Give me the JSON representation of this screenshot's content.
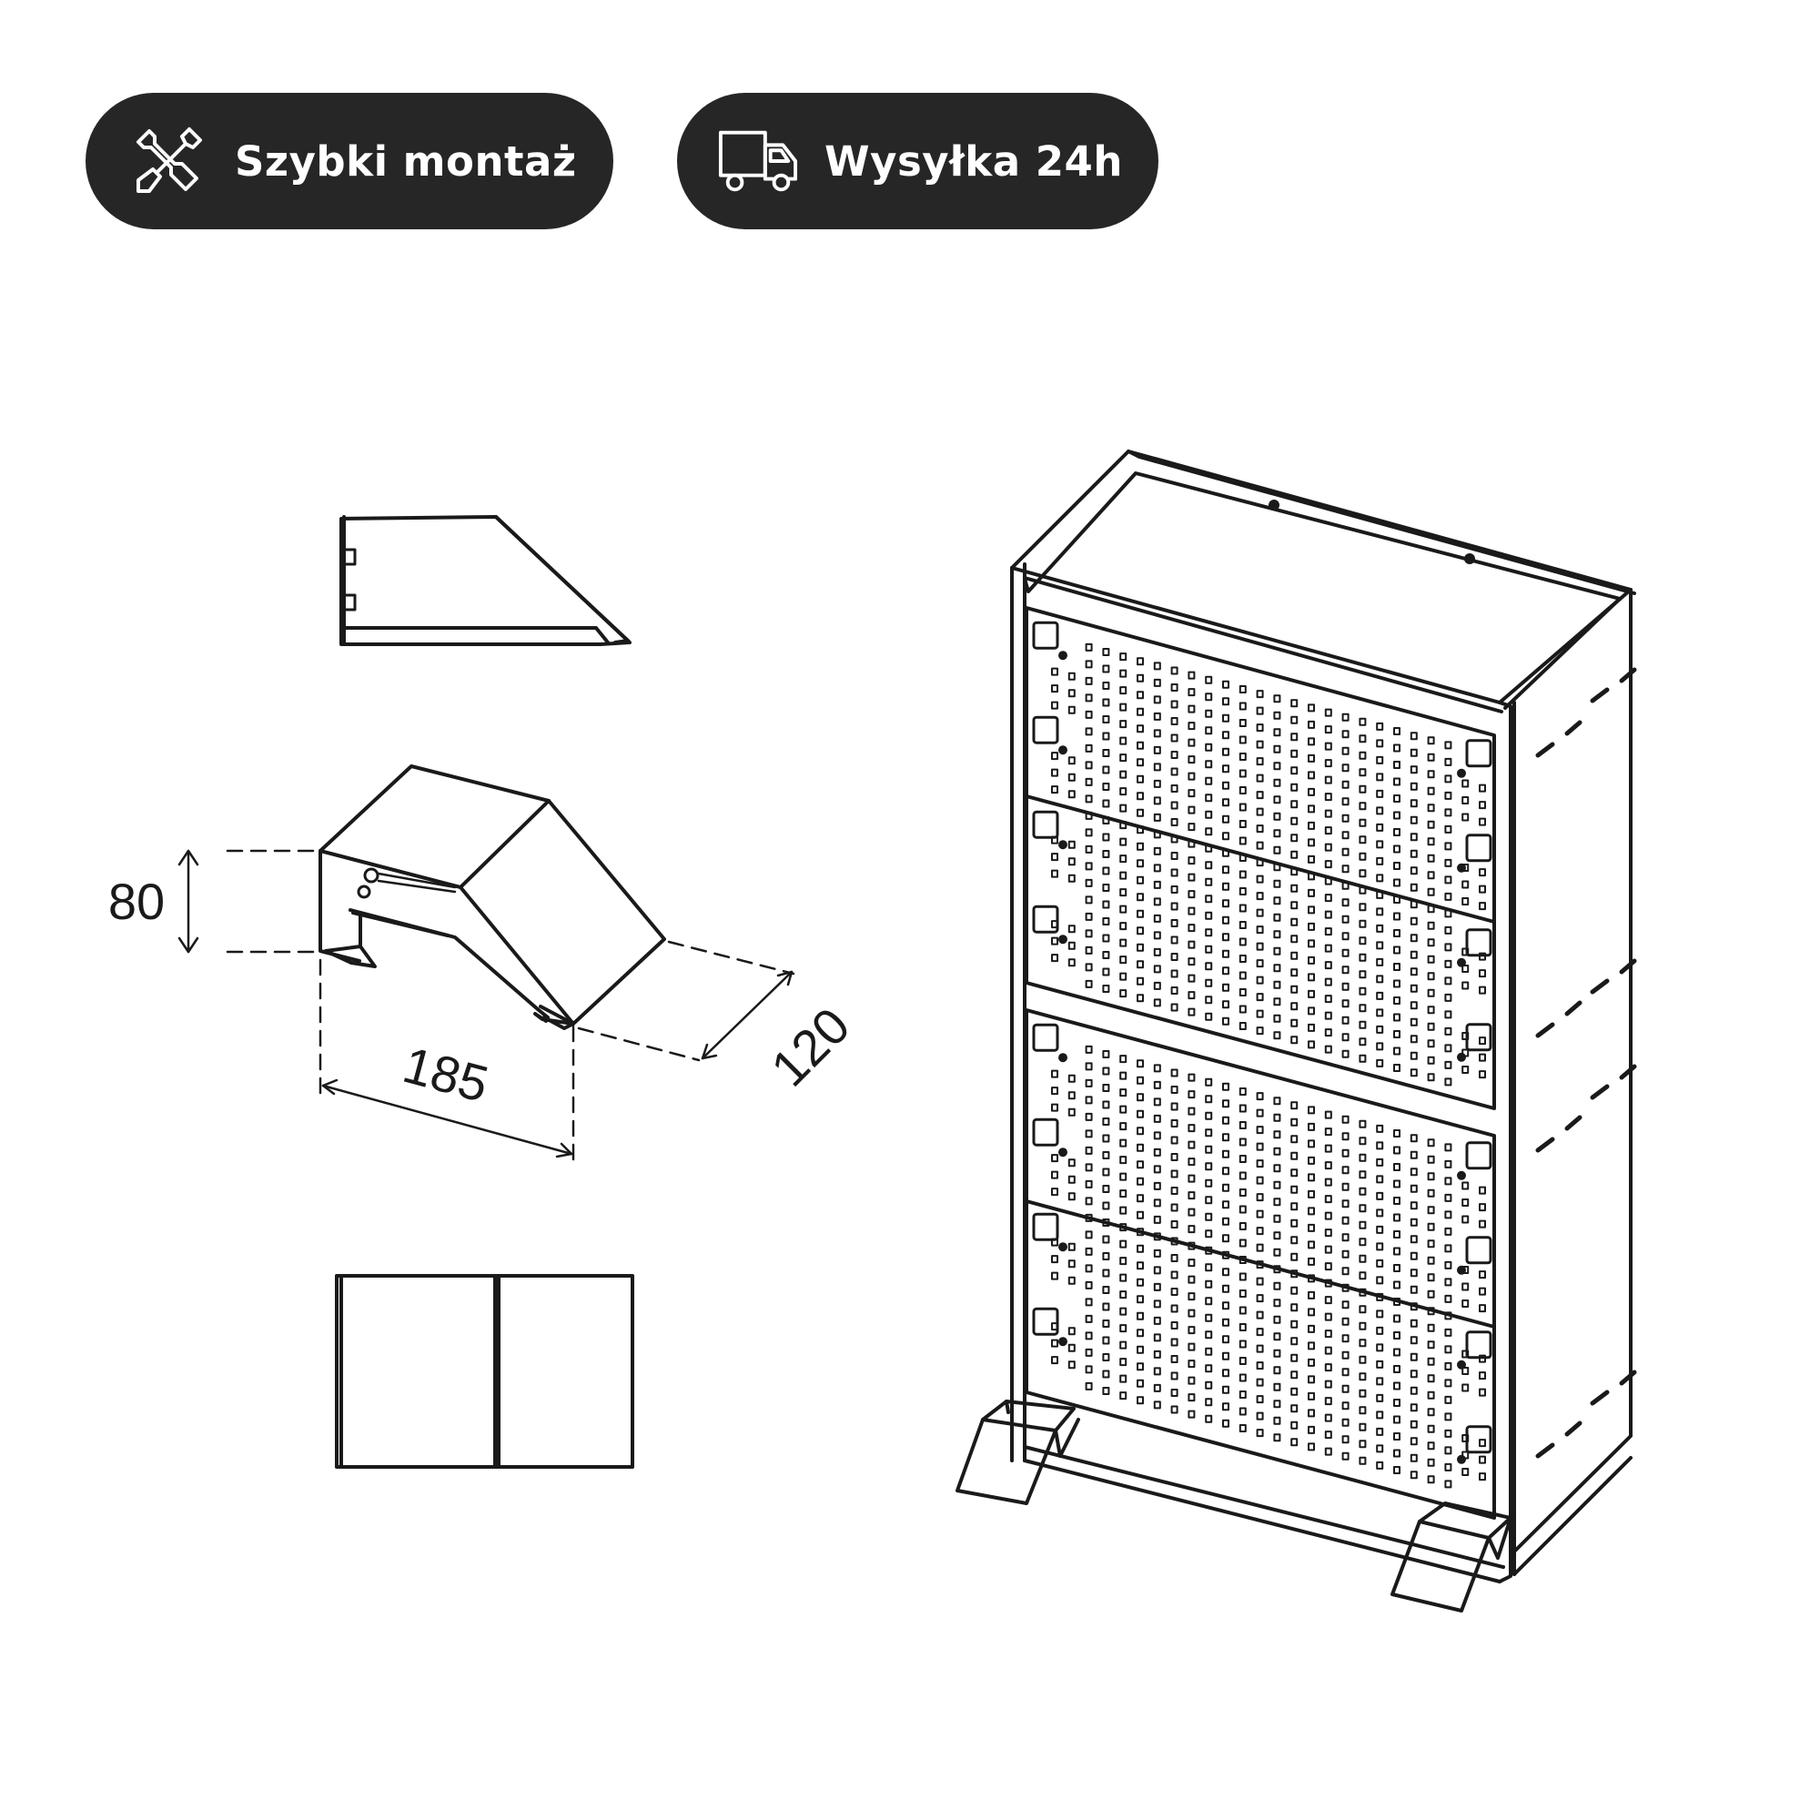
{
  "badges": {
    "assembly": {
      "label": "Szybki montaż",
      "icon": "tools-icon"
    },
    "shipping": {
      "label": "Wysyłka 24h",
      "icon": "truck-icon"
    }
  },
  "dimensions": {
    "height": "80",
    "width": "185",
    "depth": "120"
  },
  "colors": {
    "badge_background": "#262626",
    "badge_text": "#ffffff",
    "line": "#1a1a1a"
  }
}
